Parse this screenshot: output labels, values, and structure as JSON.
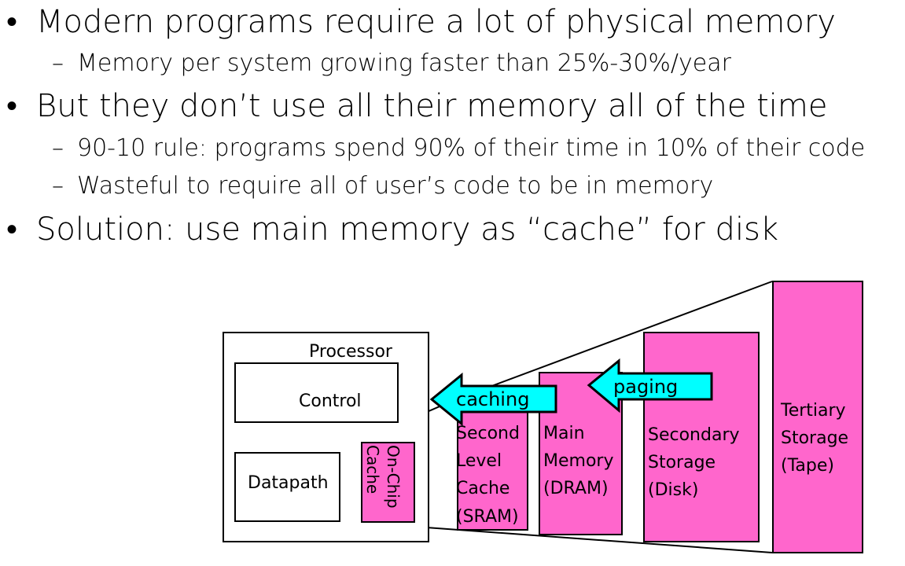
{
  "bullets": [
    {
      "text": "Modern programs require a lot of physical memory",
      "subs": [
        "Memory per system growing faster than 25%-30%/year"
      ]
    },
    {
      "text": "But they don’t use all their memory all of the time",
      "subs": [
        "90-10 rule: programs spend 90% of their time in 10% of their code",
        "Wasteful to require all of user’s code to be in memory"
      ]
    },
    {
      "text": "Solution: use main memory as “cache” for disk",
      "subs": []
    }
  ],
  "bullet_glyph": "•",
  "sub_glyph": "–",
  "diagram": {
    "processor_label": "Processor",
    "control_label": "Control",
    "datapath_label": "Datapath",
    "onchip_cache": [
      "On-Chip",
      "Cache"
    ],
    "second_level": [
      "Second",
      "Level",
      "Cache",
      "(SRAM)"
    ],
    "main_memory": [
      "Main",
      "Memory",
      "(DRAM)"
    ],
    "secondary": [
      "Secondary",
      "Storage",
      "(Disk)"
    ],
    "tertiary": [
      "Tertiary",
      "Storage",
      "(Tape)"
    ],
    "caching_label": "caching",
    "paging_label": "paging",
    "colors": {
      "storage_fill": "#ff66cc",
      "arrow_fill": "#00ffff",
      "outline": "#000000"
    }
  }
}
